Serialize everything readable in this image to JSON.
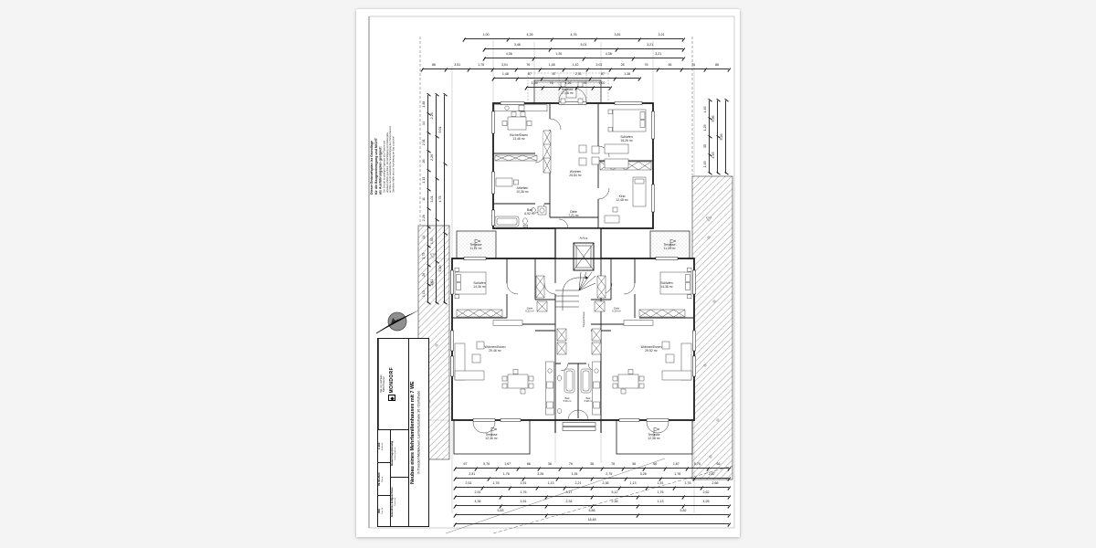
{
  "page": {
    "bg": "#f4f4f5",
    "sheet_bg": "#ffffff",
    "line_color": "#1c1c1c",
    "hatch_color": "#555555",
    "accent_gray": "#8f8f8f"
  },
  "disclaimer": {
    "head": "Dieser Entwurfsplan ist Grundlage\nfür die Baugenehmigung und NICHT\nals Ausführungsplan geeignet!",
    "fine": "Der Entwurf ist geistiges Eigentum des Planers und\nurheberrechtlich geschützt. Vervielfältigung und Weitergabe\nan Dritte nur mit ausdrücklicher Genehmigung des Planverfassers.\nSämtliche Maße sind vor Ausführung am Bau zu prüfen!"
  },
  "north_arrow": {
    "label": "N"
  },
  "title_block": {
    "brand": "MONDORF",
    "contact": "Dipl.-Ing. Architekt\n53840 Troisdorf",
    "project_line1": "Neubau eines Mehrfamilienhauses mit 7 WE",
    "project_line2": "in Troisdorf-Müllekoven, Lambertusstraße 36 / Dorfstraße",
    "fields": [
      {
        "label": "Maßstab",
        "value": "1:100"
      },
      {
        "label": "Datum",
        "value": "09.04.2024"
      },
      {
        "label": "Plan-Nr.",
        "value": "008"
      },
      {
        "label": "Leistungsphase",
        "value": "Bauantragsplanung"
      },
      {
        "label": "Planinhalt",
        "value": "Grundriss Erdgeschoss"
      }
    ]
  },
  "rooms": {
    "terrasse_top": "Terrasse\n17,48 m²",
    "kueche_top": "Küche/Essen\n13,46 m²",
    "wohnen_top": "Wohnen\n26,84 m²",
    "schlafen_top": "Schlafen\n15,26 m²",
    "kind_top": "Kind\n12,48 m²",
    "arbeiten_top": "Arbeiten\n10,36 m²",
    "bad_top": "Bad\n6,92 m²",
    "diele_top": "Diele\n7,21 m²",
    "aufzug": "Aufzug",
    "treppenhaus": "Treppenhaus",
    "schlafen_l": "Schlafen\n14,36 m²",
    "schlafen_r": "Schlafen\n14,38 m²",
    "wohnen_l": "Wohnen/Essen\n29,46 m²",
    "wohnen_r": "Wohnen/Essen\n29,52 m²",
    "diele_l": "Diele\n6,12 m²",
    "diele_r": "Diele\n6,14 m²",
    "bad_l": "Bad\n5,96 m²",
    "bad_r": "Bad\n5,98 m²",
    "terrasse_ml": "Terrasse\n11,21 m²",
    "terrasse_mr": "Terrasse\n11,24 m²",
    "terrasse_bl": "Terrasse\n12,36 m²",
    "terrasse_br": "Terrasse\n12,38 m²"
  },
  "dims": {
    "top1": [
      "1,00",
      "4,26",
      "4,76",
      "3,81",
      "3,21"
    ],
    "top2": [
      "3,46",
      "5,01",
      "3,21"
    ],
    "top3": [
      "4,06",
      "1,26",
      "4,38",
      "3,21"
    ],
    "top_chain": [
      "86",
      "3,51",
      "1,76",
      "3,01",
      "76",
      "1,48",
      "1,42",
      "3,01",
      "26",
      "76",
      "36",
      "76",
      "86"
    ],
    "balc1": [
      "1,48",
      "57",
      "87",
      "2,51",
      "87",
      "1,36"
    ],
    "balc2": [
      "1,00",
      "76",
      "4,26",
      "76",
      "1,00"
    ],
    "left1": [
      "1,13",
      "26",
      "1,75",
      "14",
      "2,26",
      "11",
      "1,13",
      "26",
      "2,01",
      "14",
      "1,38"
    ],
    "left2": [
      "3,51",
      "1,51",
      "3,01",
      "2,26",
      "2,26"
    ],
    "left3": [
      "5,30",
      "4,75",
      "5,01"
    ],
    "right1": [
      "1,45",
      "35",
      "1,25",
      "4,45"
    ],
    "right2": [
      "4,45",
      "5,96"
    ],
    "right3": [
      "9,26"
    ],
    "bottomA": [
      "67",
      "5,76",
      "1,67",
      "66",
      "36",
      "76",
      "36",
      "76",
      "36",
      "66",
      "1,67",
      "5,76",
      "66"
    ],
    "bottomB": [
      "2,51",
      "1,76",
      "3,26",
      "1,51",
      "2,75",
      "3,26",
      "1,76",
      "2,67"
    ],
    "bottomC": [
      "2,51",
      "1,76",
      "1,51",
      "1,13",
      "2,21",
      "2,36",
      "1,13",
      "1,51",
      "1,76",
      "2,66"
    ],
    "bottomD": [
      "2,51",
      "1,76",
      "3,17",
      "5,12",
      "1,76",
      "2,62"
    ],
    "bottomE": [
      "4,36",
      "1,51",
      "2,34",
      "2,36",
      "1,13",
      "4,26"
    ],
    "bottomF": [
      "5,83",
      "5,86",
      "5,82"
    ],
    "total": [
      "18,48"
    ]
  }
}
